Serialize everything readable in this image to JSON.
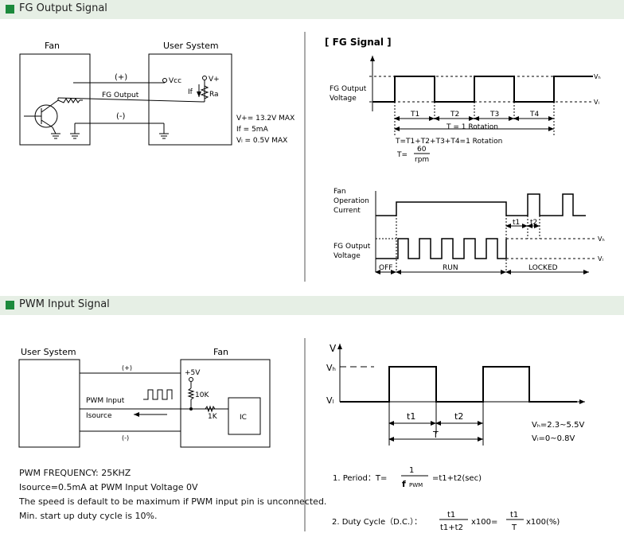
{
  "sections": {
    "fg_title": "FG Output Signal",
    "pwm_title": "PWM Input Signal"
  },
  "colors": {
    "accent": "#1c8a3c",
    "band": "#e6efe5"
  },
  "fg": {
    "fan_label": "Fan",
    "user_system_label": "User System",
    "plus": "(+)",
    "minus": "(-)",
    "fg_output": "FG Output",
    "vcc": "Vcc",
    "vplus": "V+",
    "if_label": "If",
    "ra": "Ra",
    "spec_v": "V+= 13.2V MAX",
    "spec_if": "If   = 5mA",
    "spec_vl": "Vₗ = 0.5V MAX",
    "signal_title": "[ FG Signal ]",
    "axis1_line1": "FG Output",
    "axis1_line2": "Voltage",
    "vh": "Vₕ",
    "vl": "Vₗ",
    "t1": "T1",
    "t2": "T2",
    "t3": "T3",
    "t4": "T4",
    "rotation": "T = 1 Rotation",
    "formula1": "T=T1+T2+T3+T4=1 Rotation",
    "formula_t": "T=",
    "formula_num": "60",
    "formula_den": "rpm",
    "current_line1": "Fan",
    "current_line2": "Operation",
    "current_line3": "Current",
    "out_line1": "FG Output",
    "out_line2": "Voltage",
    "small_t1": "t1",
    "small_t2": "t2",
    "off": "OFF",
    "run": "RUN",
    "locked": "LOCKED"
  },
  "pwm": {
    "user_system_label": "User System",
    "fan_label": "Fan",
    "plus": "(+)",
    "minus": "(-)",
    "v5": "+5V",
    "r10k": "10K",
    "r1k": "1K",
    "ic": "IC",
    "pwm_input": "PWM Input",
    "isource": "Isource",
    "v_axis": "V",
    "vh": "Vₕ",
    "vl": "Vₗ",
    "t1": "t1",
    "t2": "t2",
    "t": "T",
    "vh_range": "Vₕ=2.3~5.5V",
    "vl_range": "Vₗ=0~0.8V",
    "period_label": "1. Period：T=",
    "period_num": "1",
    "period_den": "f",
    "period_den_sub": "PWM",
    "period_rest": "=t1+t2(sec)",
    "duty_label": "2. Duty Cycle（D.C.）：",
    "duty_num1": "t1",
    "duty_den1": "t1+t2",
    "duty_mid": "x100=",
    "duty_num2": "t1",
    "duty_den2": "T",
    "duty_end": "x100(%)"
  },
  "notes": {
    "line1": "PWM FREQUENCY: 25KHZ",
    "line2": "Isource=0.5mA at PWM Input Voltage 0V",
    "line3": "The speed is default to be maximum if PWM input pin is unconnected.",
    "line4": "Min. start up duty cycle is 10%."
  }
}
